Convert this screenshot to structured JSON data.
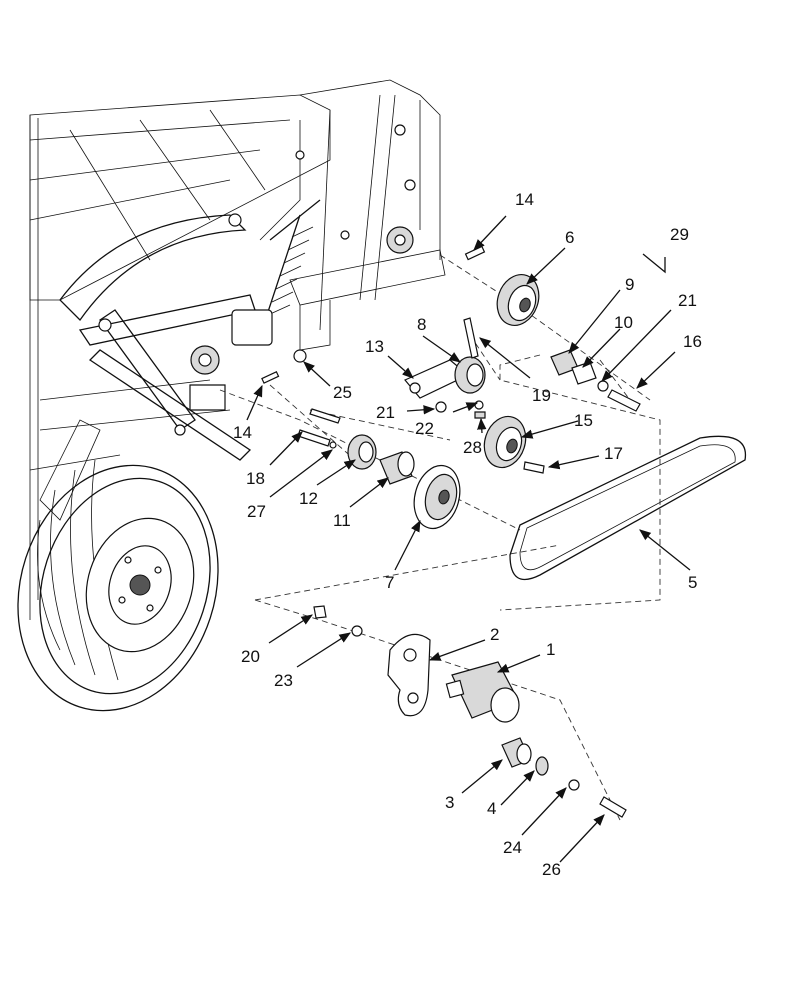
{
  "callouts": [
    {
      "id": "c14a",
      "text": "14"
    },
    {
      "id": "c6",
      "text": "6"
    },
    {
      "id": "c29",
      "text": "29"
    },
    {
      "id": "c9",
      "text": "9"
    },
    {
      "id": "c21a",
      "text": "21"
    },
    {
      "id": "c8",
      "text": "8"
    },
    {
      "id": "c10",
      "text": "10"
    },
    {
      "id": "c16",
      "text": "16"
    },
    {
      "id": "c13",
      "text": "13"
    },
    {
      "id": "c19",
      "text": "19"
    },
    {
      "id": "c25",
      "text": "25"
    },
    {
      "id": "c21b",
      "text": "21"
    },
    {
      "id": "c22",
      "text": "22"
    },
    {
      "id": "c15",
      "text": "15"
    },
    {
      "id": "c14b",
      "text": "14"
    },
    {
      "id": "c28",
      "text": "28"
    },
    {
      "id": "c17",
      "text": "17"
    },
    {
      "id": "c18",
      "text": "18"
    },
    {
      "id": "c27",
      "text": "27"
    },
    {
      "id": "c12",
      "text": "12"
    },
    {
      "id": "c11",
      "text": "11"
    },
    {
      "id": "c7",
      "text": "7"
    },
    {
      "id": "c5",
      "text": "5"
    },
    {
      "id": "c2",
      "text": "2"
    },
    {
      "id": "c1",
      "text": "1"
    },
    {
      "id": "c20",
      "text": "20"
    },
    {
      "id": "c23",
      "text": "23"
    },
    {
      "id": "c3",
      "text": "3"
    },
    {
      "id": "c4",
      "text": "4"
    },
    {
      "id": "c24",
      "text": "24"
    },
    {
      "id": "c26",
      "text": "26"
    }
  ]
}
